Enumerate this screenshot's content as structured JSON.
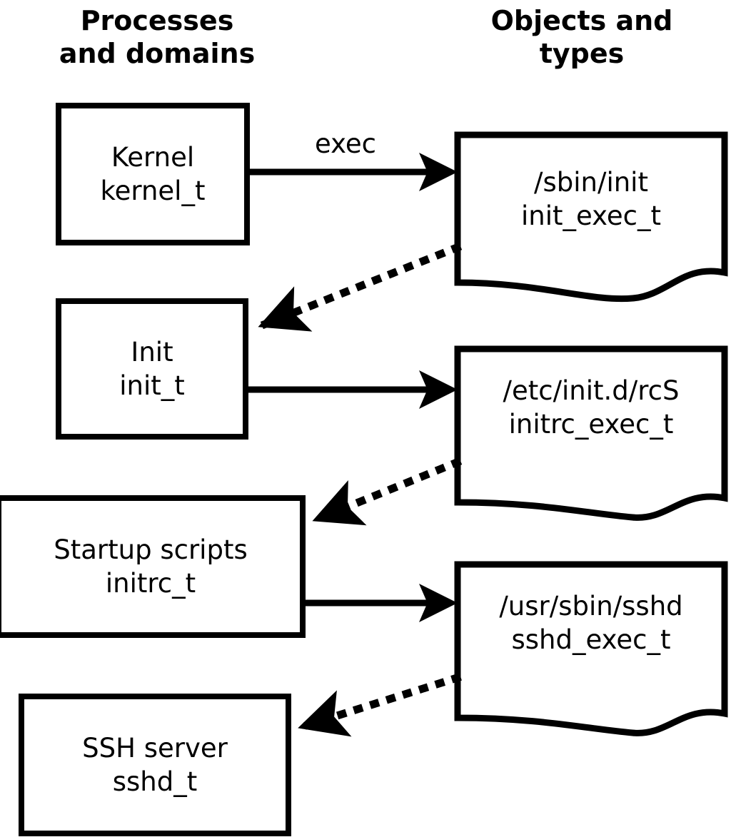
{
  "headers": {
    "left": "Processes\nand domains",
    "right": "Objects and\ntypes"
  },
  "colors": {
    "stroke": "#000000",
    "background": "#ffffff",
    "text": "#000000"
  },
  "processes": [
    {
      "id": "kernel",
      "title": "Kernel",
      "type": "kernel_t"
    },
    {
      "id": "init",
      "title": "Init",
      "type": "init_t"
    },
    {
      "id": "initrc",
      "title": "Startup scripts",
      "type": "initrc_t"
    },
    {
      "id": "sshd",
      "title": "SSH server",
      "type": "sshd_t"
    }
  ],
  "objects": [
    {
      "id": "init-exec",
      "path": "/sbin/init",
      "type": "init_exec_t"
    },
    {
      "id": "initrc-exec",
      "path": "/etc/init.d/rcS",
      "type": "initrc_exec_t"
    },
    {
      "id": "sshd-exec",
      "path": "/usr/sbin/sshd",
      "type": "sshd_exec_t"
    }
  ],
  "edges": [
    {
      "id": "kernel-exec-init",
      "label": "exec",
      "style": "solid",
      "from": "kernel",
      "to": "init-exec"
    },
    {
      "id": "init-exec-transition",
      "label": "",
      "style": "dotted",
      "from": "init-exec",
      "to": "init"
    },
    {
      "id": "init-exec-initrc",
      "label": "",
      "style": "solid",
      "from": "init",
      "to": "initrc-exec"
    },
    {
      "id": "initrc-transition",
      "label": "",
      "style": "dotted",
      "from": "initrc-exec",
      "to": "initrc"
    },
    {
      "id": "initrc-exec-sshd",
      "label": "",
      "style": "solid",
      "from": "initrc",
      "to": "sshd-exec"
    },
    {
      "id": "sshd-transition",
      "label": "",
      "style": "dotted",
      "from": "sshd-exec",
      "to": "sshd"
    }
  ]
}
